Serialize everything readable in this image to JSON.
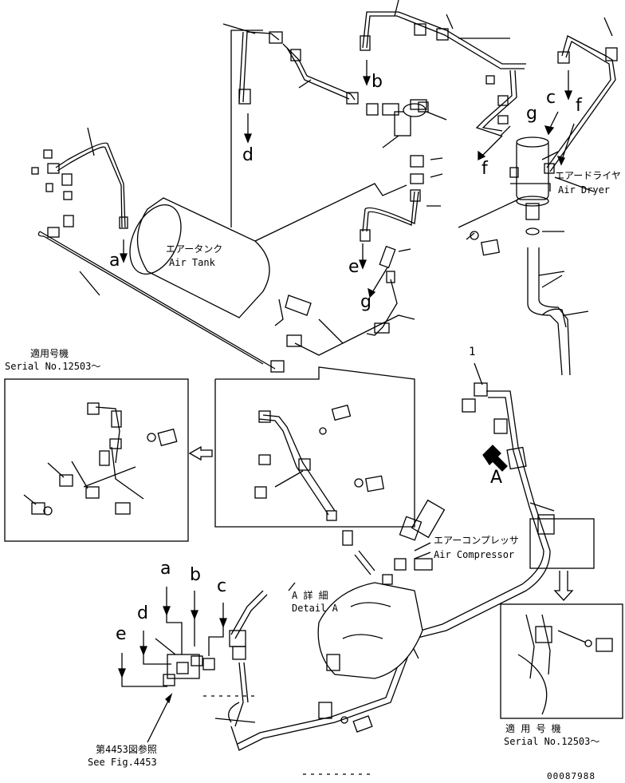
{
  "labels": {
    "air_tank_jp": "エアータンク",
    "air_tank_en": "Air Tank",
    "air_dryer_jp": "エアードライヤ",
    "air_dryer_en": "Air Dryer",
    "air_compressor_jp": "エアーコンプレッサ",
    "air_compressor_en": "Air Compressor",
    "detail_jp": "A 詳 細",
    "detail_en": "Detail A",
    "serial_jp_left": "適用号機",
    "serial_en_left": "Serial No.12503～",
    "serial_jp_right": "適 用 号 機",
    "serial_en_right": "Serial No.12503～",
    "see_fig_jp": "第4453図参照",
    "see_fig_en": "See Fig.4453",
    "figure_number": "00087988",
    "item_1": "1",
    "big_A": "A"
  },
  "connection_letters": {
    "a_tank": "a",
    "b_top": "b",
    "c_top": "c",
    "d_top": "d",
    "e_mid": "e",
    "f_mid": "f",
    "f_right": "f",
    "g_dryer": "g",
    "g_mid": "g",
    "a_bottom": "a",
    "b_bottom": "b",
    "c_bottom": "c",
    "d_bottom": "d",
    "e_bottom": "e"
  }
}
